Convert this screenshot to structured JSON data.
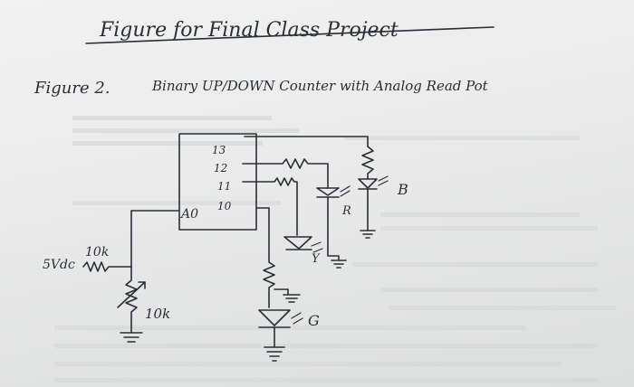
{
  "heading": "Figure for Final Class Project",
  "subheading_label": "Figure 2.",
  "subheading_text": "Binary UP/DOWN Counter with Analog Read Pot",
  "pins": [
    "13",
    "12",
    "11",
    "10"
  ],
  "analog_pin": "A0",
  "supply_label": "5Vdc",
  "fixed_resistor": "10k",
  "pot_value": "10k",
  "led_labels": [
    "B",
    "R",
    "Y",
    "G"
  ]
}
